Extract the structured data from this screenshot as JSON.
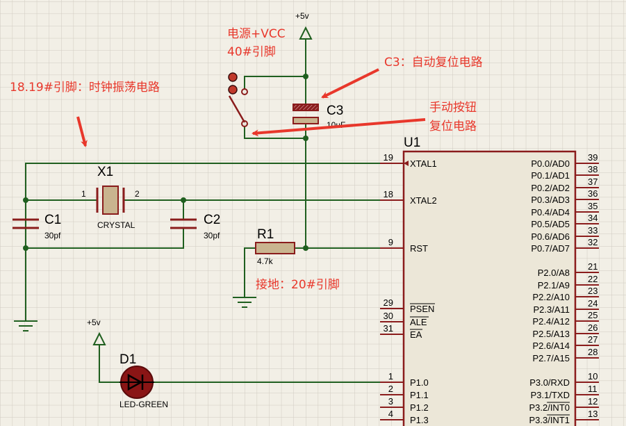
{
  "colors": {
    "background": "#f2efe6",
    "grid": "#cfcac0",
    "wire": "#1f5f1f",
    "pin": "#8a1c1c",
    "chip_fill": "#ece7d8",
    "annotation": "#e8372b",
    "resistor": "#c9b48f",
    "led": "#8a1515"
  },
  "power": {
    "vcc_top": "+5v",
    "vcc_led": "+5v"
  },
  "components": {
    "u1": {
      "ref": "U1"
    },
    "x1": {
      "ref": "X1",
      "value": "CRYSTAL",
      "pin1": "1",
      "pin2": "2"
    },
    "c1": {
      "ref": "C1",
      "value": "30pf"
    },
    "c2": {
      "ref": "C2",
      "value": "30pf"
    },
    "c3": {
      "ref": "C3",
      "value": "10uF"
    },
    "r1": {
      "ref": "R1",
      "value": "4.7k"
    },
    "d1": {
      "ref": "D1",
      "value": "LED-GREEN"
    }
  },
  "annotations": {
    "power": "电源+VCC",
    "power_pin": "40#引脚",
    "clock": "18.19#引脚：时钟振荡电路",
    "reset_auto": "C3：自动复位电路",
    "reset_manual_1": "手动按钮",
    "reset_manual_2": "复位电路",
    "ground": "接地：20#引脚"
  },
  "u1_pins": {
    "left": [
      {
        "num": "19",
        "label": "XTAL1"
      },
      {
        "num": "18",
        "label": "XTAL2"
      },
      {
        "num": "9",
        "label": "RST"
      },
      {
        "num": "29",
        "label": "PSEN"
      },
      {
        "num": "30",
        "label": "ALE"
      },
      {
        "num": "31",
        "label": "EA"
      },
      {
        "num": "1",
        "label": "P1.0"
      },
      {
        "num": "2",
        "label": "P1.1"
      },
      {
        "num": "3",
        "label": "P1.2"
      },
      {
        "num": "4",
        "label": "P1.3"
      }
    ],
    "right": [
      {
        "num": "39",
        "label": "P0.0/AD0"
      },
      {
        "num": "38",
        "label": "P0.1/AD1"
      },
      {
        "num": "37",
        "label": "P0.2/AD2"
      },
      {
        "num": "36",
        "label": "P0.3/AD3"
      },
      {
        "num": "35",
        "label": "P0.4/AD4"
      },
      {
        "num": "34",
        "label": "P0.5/AD5"
      },
      {
        "num": "33",
        "label": "P0.6/AD6"
      },
      {
        "num": "32",
        "label": "P0.7/AD7"
      },
      {
        "num": "21",
        "label": "P2.0/A8"
      },
      {
        "num": "22",
        "label": "P2.1/A9"
      },
      {
        "num": "23",
        "label": "P2.2/A10"
      },
      {
        "num": "24",
        "label": "P2.3/A11"
      },
      {
        "num": "25",
        "label": "P2.4/A12"
      },
      {
        "num": "26",
        "label": "P2.5/A13"
      },
      {
        "num": "27",
        "label": "P2.6/A14"
      },
      {
        "num": "28",
        "label": "P2.7/A15"
      },
      {
        "num": "10",
        "label": "P3.0/RXD"
      },
      {
        "num": "11",
        "label": "P3.1/TXD"
      },
      {
        "num": "12",
        "label": "P3.2/INT0"
      },
      {
        "num": "13",
        "label": "P3.3/INT1"
      }
    ]
  }
}
